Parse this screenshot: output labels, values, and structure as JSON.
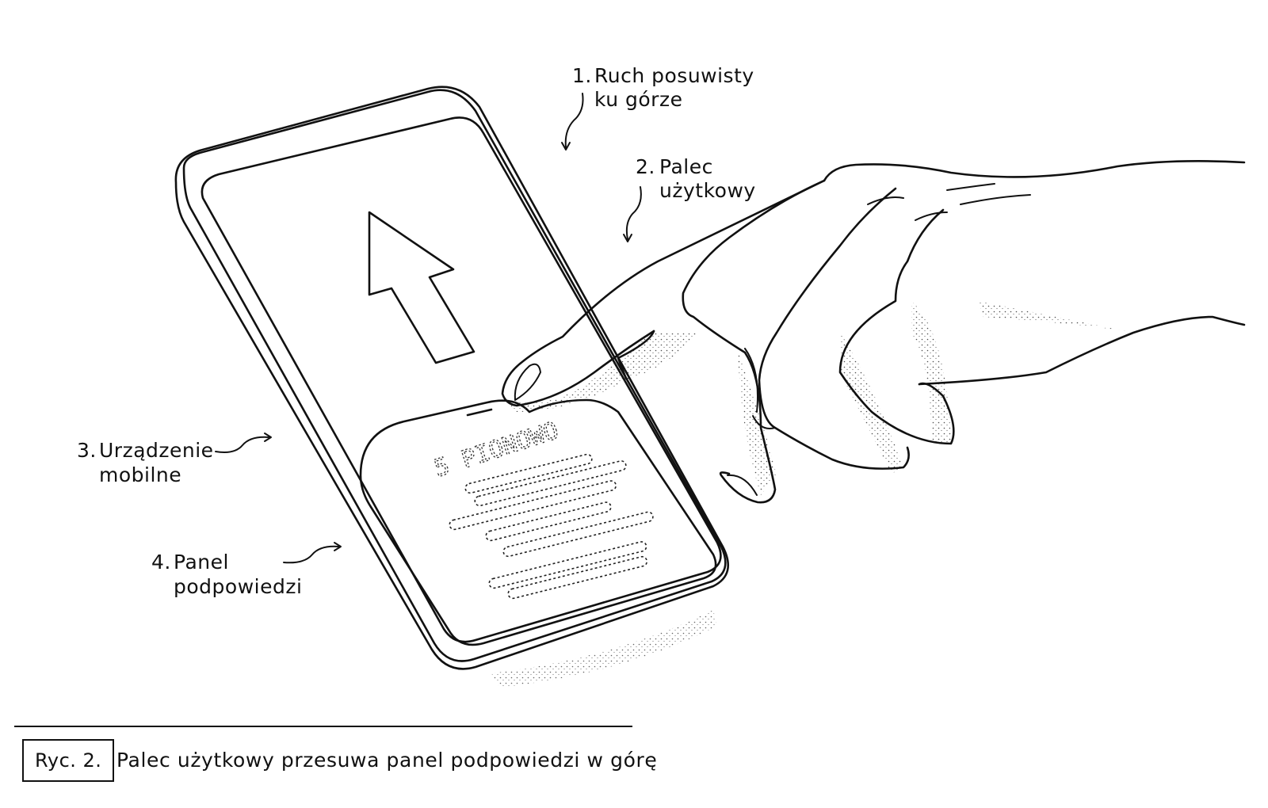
{
  "callouts": [
    {
      "num": "1.",
      "line1": "Ruch posuwisty",
      "line2": "ku górze"
    },
    {
      "num": "2.",
      "line1": "Palec",
      "line2": "użytkowy"
    },
    {
      "num": "3.",
      "line1": "Urządzenie",
      "line2": "mobilne"
    },
    {
      "num": "4.",
      "line1": "Panel",
      "line2": "podpowiedzi"
    }
  ],
  "panel": {
    "heading": "5 PIONOWO"
  },
  "caption": {
    "label": "Ryc. 2.",
    "text": "Palec użytkowy przesuwa panel podpowiedzi w górę"
  }
}
